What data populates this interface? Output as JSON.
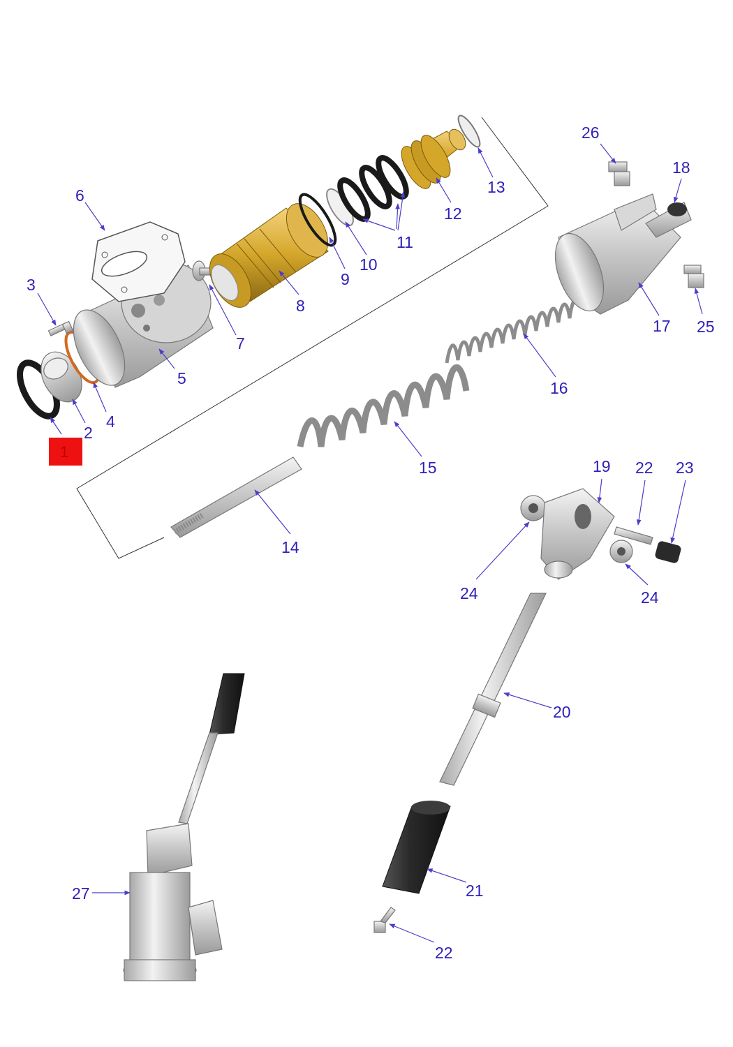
{
  "diagram": {
    "type": "exploded-parts-view",
    "highlighted_callout": "1",
    "colors": {
      "callout_text": "#2e1fb8",
      "leader": "#4a3fc8",
      "highlight_box": "#ee1111",
      "brass": "#d4a62a",
      "rubber": "#222222",
      "metal": "#d9d9d9",
      "oring": "#d2691e"
    },
    "callouts": [
      "1",
      "2",
      "3",
      "4",
      "5",
      "6",
      "7",
      "8",
      "9",
      "10",
      "11",
      "12",
      "13",
      "14",
      "15",
      "16",
      "17",
      "18",
      "19",
      "20",
      "21",
      "22",
      "22",
      "23",
      "24",
      "24",
      "25",
      "26",
      "27"
    ]
  }
}
